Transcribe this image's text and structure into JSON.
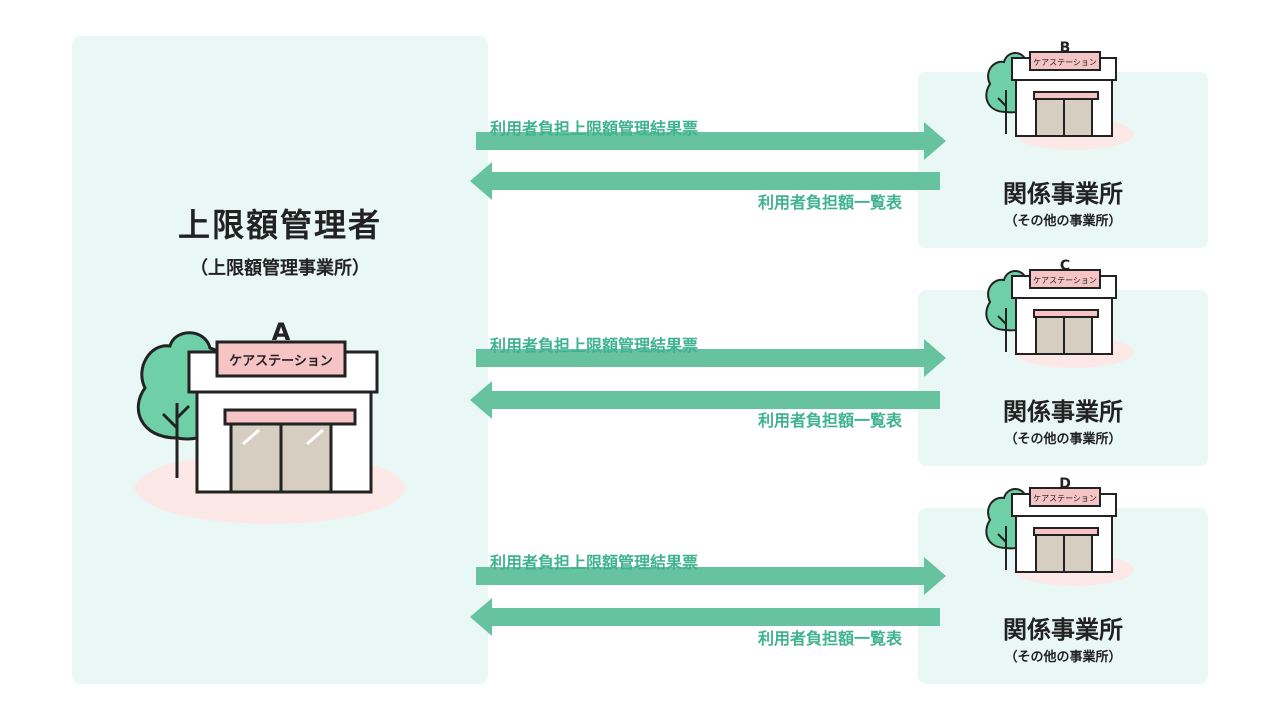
{
  "main": {
    "title": "上限額管理者",
    "subtitle": "（上限額管理事業所）",
    "store": {
      "letter": "A",
      "sign": "ケアステーション"
    }
  },
  "offices": [
    {
      "letter": "B",
      "sign": "ケアステーション",
      "title": "関係事業所",
      "note": "（その他の事業所）"
    },
    {
      "letter": "C",
      "sign": "ケアステーション",
      "title": "関係事業所",
      "note": "（その他の事業所）"
    },
    {
      "letter": "D",
      "sign": "ケアステーション",
      "title": "関係事業所",
      "note": "（その他の事業所）"
    }
  ],
  "flows": [
    {
      "to_office": "利用者負担上限額管理結果票",
      "to_main": "利用者負担額一覧表"
    },
    {
      "to_office": "利用者負担上限額管理結果票",
      "to_main": "利用者負担額一覧表"
    },
    {
      "to_office": "利用者負担上限額管理結果票",
      "to_main": "利用者負担額一覧表"
    }
  ],
  "colors": {
    "panel": "#e9f8f5",
    "arrow": "#66c29f",
    "arrow_text": "#3fb28f",
    "tree": "#6fcfa6",
    "sign": "#f6c4c4",
    "ground": "#fde8e8",
    "door": "#d6cec0"
  }
}
